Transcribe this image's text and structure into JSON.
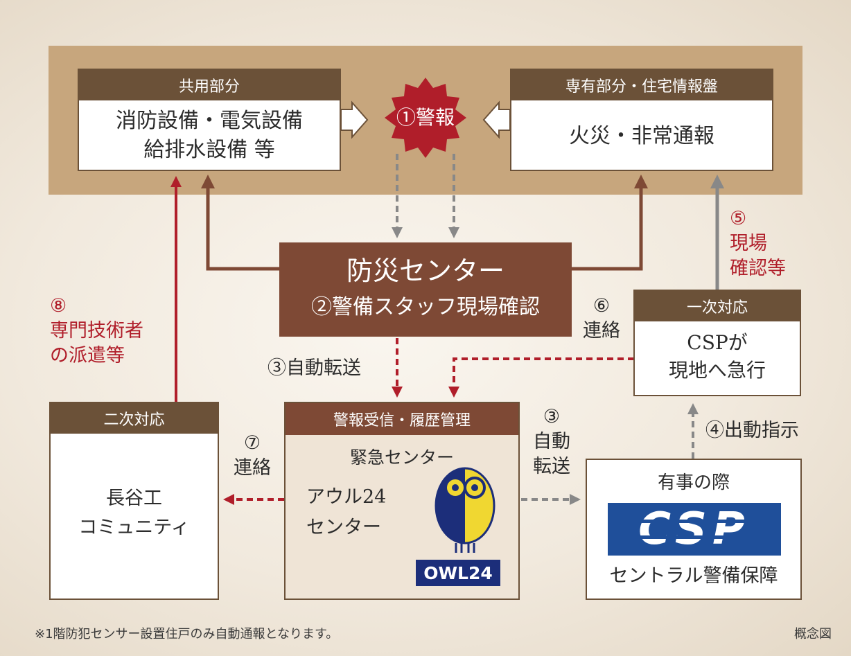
{
  "top_panel": {
    "common": {
      "header": "共用部分",
      "line1": "消防設備・電気設備",
      "line2": "給排水設備 等"
    },
    "alarm": "①警報",
    "private": {
      "header": "専有部分・住宅情報盤",
      "line1": "火災・非常通報"
    }
  },
  "disaster_center": {
    "title": "防災センター",
    "subtitle": "②警備スタッフ現場確認"
  },
  "labels": {
    "auto_transfer_left": "③自動転送",
    "auto_transfer_right": [
      "③",
      "自動",
      "転送"
    ],
    "contact6": [
      "⑥",
      "連絡"
    ],
    "contact7": [
      "⑦",
      "連絡"
    ],
    "dispatch_order": "④出動指示",
    "site_check": [
      "⑤",
      "現場",
      "確認等"
    ],
    "specialist": [
      "⑧",
      "専門技術者",
      "の派遣等"
    ]
  },
  "first_response": {
    "header": "一次対応",
    "line1": "CSPが",
    "line2": "現地へ急行"
  },
  "secondary": {
    "header": "二次対応",
    "line1": "長谷工",
    "line2": "コミュニティ"
  },
  "alarm_center": {
    "header": "警報受信・履歴管理",
    "title": "緊急センター",
    "line1": "アウル24",
    "line2": "センター",
    "logo_text": "OWL24"
  },
  "emergency": {
    "title": "有事の際",
    "logo_text": "CSP",
    "company": "セントラル警備保障"
  },
  "footer": {
    "note": "※1階防犯センサー設置住戸のみ自動通報となります。",
    "concept": "概念図"
  },
  "colors": {
    "tan_panel": "#c7a67d",
    "dark_brown": "#6b5138",
    "center_brown": "#7e4935",
    "red": "#b01e2a",
    "gray_arrow": "#888888",
    "csp_blue": "#1f4f9a",
    "owl_navy": "#1c2e7a",
    "owl_yellow": "#f0d731"
  }
}
